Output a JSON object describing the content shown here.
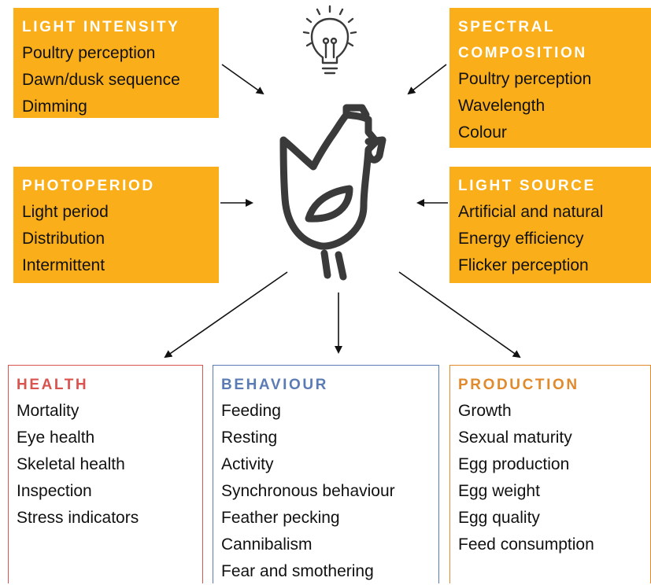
{
  "colors": {
    "box_fill": "#f9ae1a",
    "health": "#d9534f",
    "behaviour": "#5b7bb5",
    "production": "#e08a2c",
    "icon_stroke": "#3a3a3a"
  },
  "icons": [
    "lightbulb-icon",
    "chicken-icon"
  ],
  "factors": {
    "light_intensity": {
      "title": "LIGHT INTENSITY",
      "items": [
        "Poultry perception",
        "Dawn/dusk sequence",
        "Dimming"
      ]
    },
    "spectral_composition": {
      "title_line1": "SPECTRAL",
      "title_line2": "COMPOSITION",
      "items": [
        "Poultry perception",
        "Wavelength",
        "Colour"
      ]
    },
    "photoperiod": {
      "title": "PHOTOPERIOD",
      "items": [
        "Light period",
        "Distribution",
        "Intermittent"
      ]
    },
    "light_source": {
      "title": "LIGHT SOURCE",
      "items": [
        "Artificial and natural",
        "Energy efficiency",
        "Flicker perception"
      ]
    }
  },
  "outcomes": {
    "health": {
      "title": "HEALTH",
      "items": [
        "Mortality",
        "Eye health",
        "Skeletal health",
        "Inspection",
        "Stress indicators"
      ]
    },
    "behaviour": {
      "title": "BEHAVIOUR",
      "items": [
        "Feeding",
        "Resting",
        "Activity",
        "Synchronous behaviour",
        "Feather pecking",
        "Cannibalism",
        "Fear and smothering"
      ]
    },
    "production": {
      "title": "PRODUCTION",
      "items": [
        "Growth",
        "Sexual maturity",
        "Egg production",
        "Egg weight",
        "Egg quality",
        "Feed consumption"
      ]
    }
  }
}
